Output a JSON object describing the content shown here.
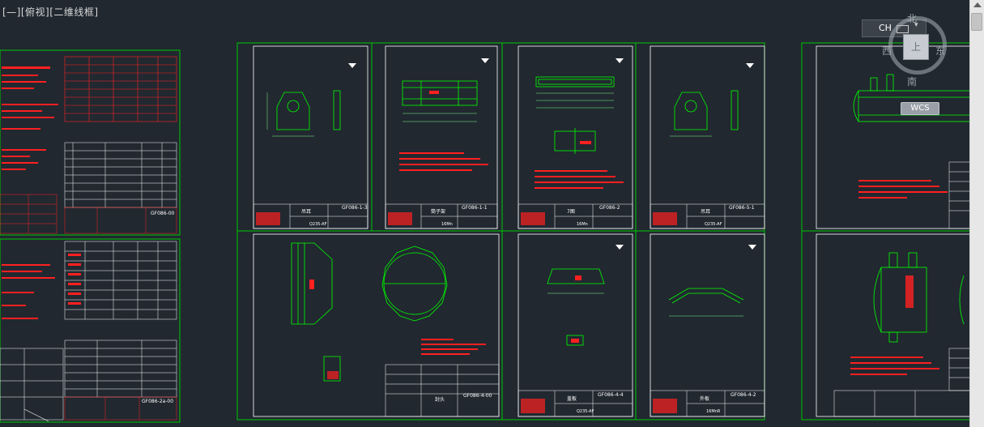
{
  "viewport": {
    "label": "[—][俯视][二维线框]"
  },
  "ime": {
    "lang": "CH"
  },
  "viewcube": {
    "north": "北",
    "south": "南",
    "west": "西",
    "east": "东",
    "top": "上"
  },
  "wcs": {
    "label": "WCS"
  },
  "colors": {
    "background": "#212830",
    "frame": "#00c800",
    "geometry": "#00ff00",
    "annotation": "#ff2020",
    "text": "#ffffff",
    "dimension": "#7cfc8a"
  },
  "sheets": [
    {
      "id": "s1",
      "code": "GF086-1-3",
      "title": "吊耳",
      "material": "Q235-AF"
    },
    {
      "id": "s2",
      "code": "GF086-1-1",
      "title": "筒子架",
      "material": "16Mn"
    },
    {
      "id": "s3",
      "code": "GF086-2",
      "title": "7图",
      "material": "16Mn"
    },
    {
      "id": "s4",
      "code": "GF086-5-1",
      "title": "吊耳",
      "material": "Q235-AF"
    },
    {
      "id": "s5",
      "code": "GF086-4-00",
      "title": "封头",
      "material": ""
    },
    {
      "id": "s6",
      "code": "GF086-4-4",
      "title": "盖板",
      "material": "Q235-AF"
    },
    {
      "id": "s7",
      "code": "GF086-4-2",
      "title": "外板",
      "material": "16MnR"
    }
  ],
  "left_sheet": {
    "code_top": "GF086-00",
    "code_bottom": "GF086-2a-00"
  }
}
